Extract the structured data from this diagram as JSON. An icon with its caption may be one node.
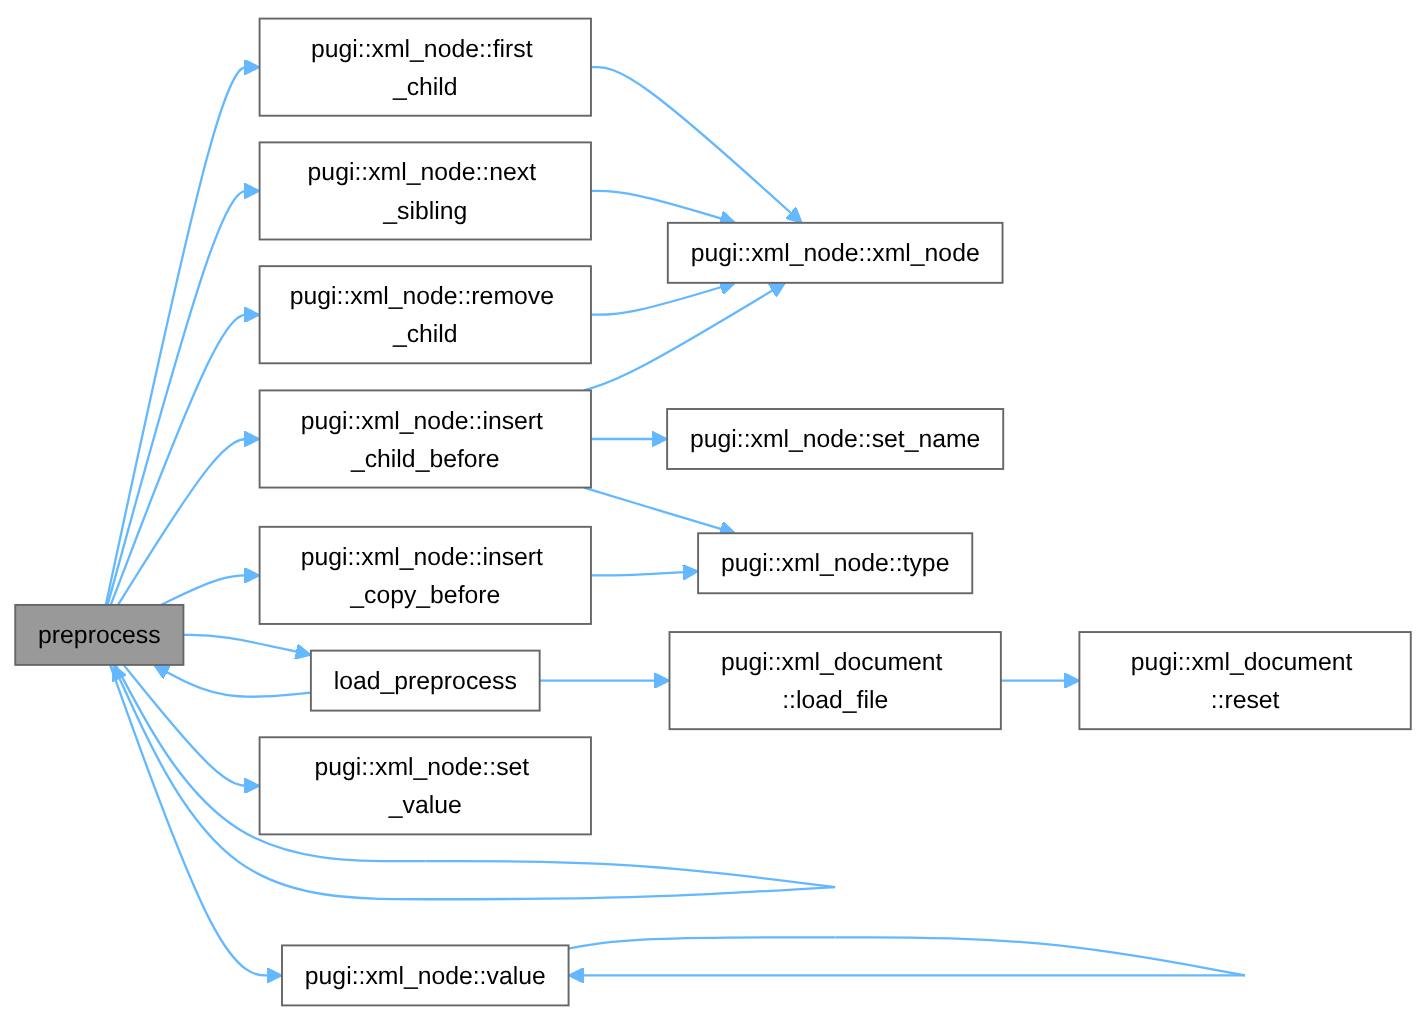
{
  "diagram": {
    "nodes": [
      {
        "text": [
          "preprocess"
        ]
      },
      {
        "text": [
          "pugi::xml_node::first _child"
        ]
      },
      {
        "text": [
          "pugi::xml_node::next _sibling"
        ]
      },
      {
        "text": [
          "pugi::xml_node::remove _child"
        ]
      },
      {
        "text": [
          "pugi::xml_node::insert _child_before"
        ]
      },
      {
        "text": [
          "pugi::xml_node::insert _copy_before"
        ]
      },
      {
        "text": [
          "load_preprocess"
        ]
      },
      {
        "text": [
          "pugi::xml_node::set _value"
        ]
      },
      {
        "text": [
          "pugi::xml_node::value"
        ]
      },
      {
        "text": [
          "pugi::xml_node::xml_node"
        ]
      },
      {
        "text": [
          "pugi::xml_node::set_name"
        ]
      },
      {
        "text": [
          "pugi::xml_node::type"
        ]
      },
      {
        "text": [
          "pugi::xml_document ::load_file"
        ]
      },
      {
        "text": [
          "pugi::xml_document ::reset"
        ]
      }
    ],
    "edges": [
      {
        "from": 0,
        "to": 0,
        "arrow": "to"
      },
      {
        "from": 0,
        "to": 1,
        "arrow": "to"
      },
      {
        "from": 0,
        "to": 2,
        "arrow": "to"
      },
      {
        "from": 0,
        "to": 3,
        "arrow": "to"
      },
      {
        "from": 0,
        "to": 4,
        "arrow": "to"
      },
      {
        "from": 0,
        "to": 5,
        "arrow": "to"
      },
      {
        "from": 0,
        "to": 6,
        "arrow": "to"
      },
      {
        "from": 0,
        "to": 7,
        "arrow": "to"
      },
      {
        "from": 0,
        "to": 8,
        "arrow": "to"
      },
      {
        "from": 6,
        "to": 0,
        "arrow": "to"
      },
      {
        "from": 8,
        "to": 8,
        "arrow": "to"
      },
      {
        "from": 1,
        "to": 9,
        "arrow": "to"
      },
      {
        "from": 2,
        "to": 9,
        "arrow": "to"
      },
      {
        "from": 3,
        "to": 9,
        "arrow": "to"
      },
      {
        "from": 4,
        "to": 9,
        "arrow": "to"
      },
      {
        "from": 4,
        "to": 10,
        "arrow": "to"
      },
      {
        "from": 4,
        "to": 11,
        "arrow": "to"
      },
      {
        "from": 5,
        "to": 11,
        "arrow": "to"
      },
      {
        "from": 6,
        "to": 12,
        "arrow": "to"
      },
      {
        "from": 12,
        "to": 13,
        "arrow": "to"
      }
    ]
  }
}
